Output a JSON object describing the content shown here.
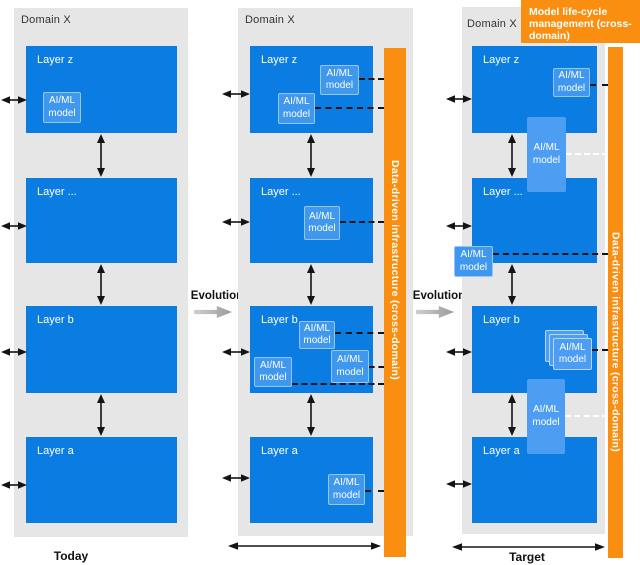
{
  "figure": {
    "description": "Three-stage evolution diagram of AI/ML model deployment across network layers in Domain X",
    "stages": [
      "Today",
      "Evolution",
      "Target"
    ]
  },
  "labels": {
    "domain": "Domain X",
    "model_line1": "AI/ML",
    "model_line2": "model",
    "evolution": "Evolution",
    "today": "Today",
    "target": "Target",
    "infrastructure_bar": "Data-driven infrastructure (cross-domain)",
    "lifecycle_header": "Model life-cycle management (cross-domain)",
    "layer_z": "Layer z",
    "layer_dots": "Layer ...",
    "layer_b": "Layer b",
    "layer_a": "Layer a"
  },
  "colors": {
    "layer_blue": "#0a7ce2",
    "model_box_blue": "#3f97ee",
    "overlay_box_blue": "#4d9ef2",
    "orange": "#f98e11",
    "panel_gray": "#e6e6e6",
    "arrow_black": "#141414",
    "evolution_arrow_gray": "#9a9a9a"
  }
}
